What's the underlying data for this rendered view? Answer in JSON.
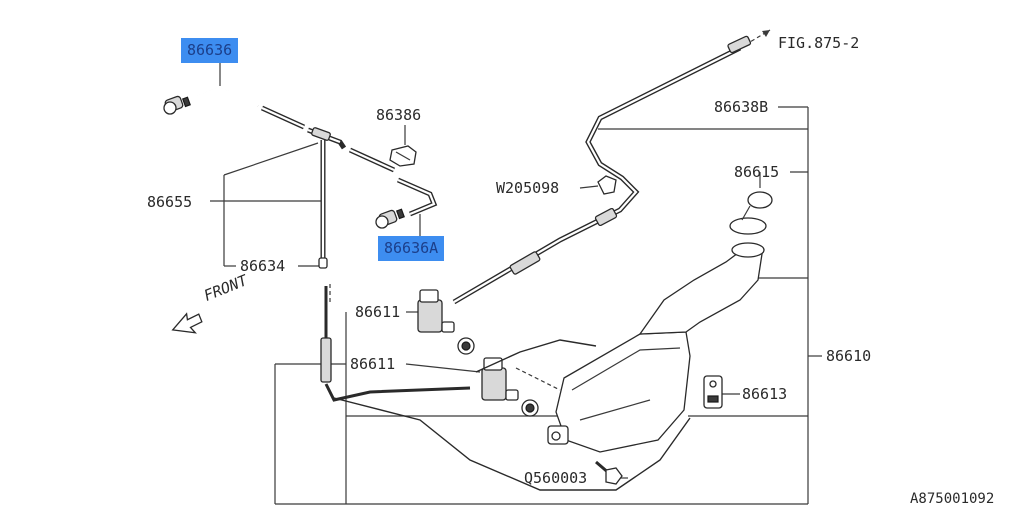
{
  "labels": {
    "hose_nozzle_top": "86636",
    "hose_nozzle_bottom": "86636A",
    "clip_top": "86386",
    "hose_b": "86638B",
    "fig_ref": "FIG.875-2",
    "clip_w": "W205098",
    "cap": "86615",
    "hose_t": "86655",
    "joint": "86634",
    "motor_1": "86611",
    "motor_2": "86611",
    "tank_assy": "86610",
    "label_plate": "86613",
    "bolt": "Q560003",
    "front": "FRONT",
    "drawing_no": "A875001092"
  },
  "colors": {
    "highlight": "#3d8df0",
    "highlight_text": "#1c3f8a",
    "line": "#3a3a3a"
  }
}
